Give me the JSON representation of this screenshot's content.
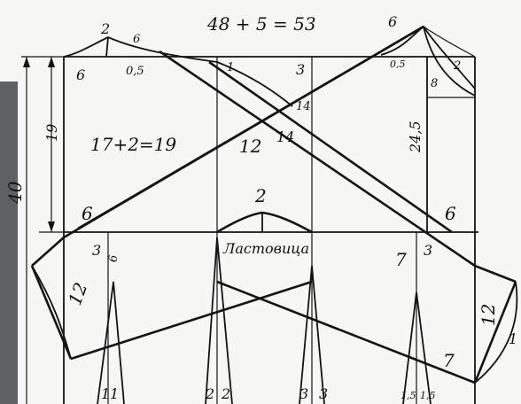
{
  "formula": "48 + 5 = 53",
  "labels": {
    "top_left_2": "2",
    "top_left_6a": "6",
    "top_left_6b": "6",
    "top_left_05": "0,5",
    "top_right_6": "6",
    "top_right_05": "0,5",
    "top_right_2": "2",
    "top_right_8": "8",
    "marker_1": "1",
    "marker_3": "3",
    "marker_14a": "14",
    "marker_14b": "14",
    "marker_12_center": "12",
    "side_19": "19",
    "side_40": "40",
    "formula_19": "17+2=19",
    "right_245": "24,5",
    "left_6": "6",
    "right_6": "6",
    "gusset_2": "2",
    "gusset_name": "Ластовица",
    "left_3": "3",
    "left_6b": "6",
    "right_7a": "7",
    "right_3": "3",
    "sleeve_12_left": "12",
    "sleeve_12_right": "12",
    "sleeve_1": "1",
    "sleeve_7": "7",
    "bottom_11a": "1",
    "bottom_11b": "1",
    "bottom_2a": "2",
    "bottom_2b": "2",
    "bottom_3a": "3",
    "bottom_3b": "3",
    "bottom_15": "1,5",
    "bottom_15b": "1,5"
  }
}
